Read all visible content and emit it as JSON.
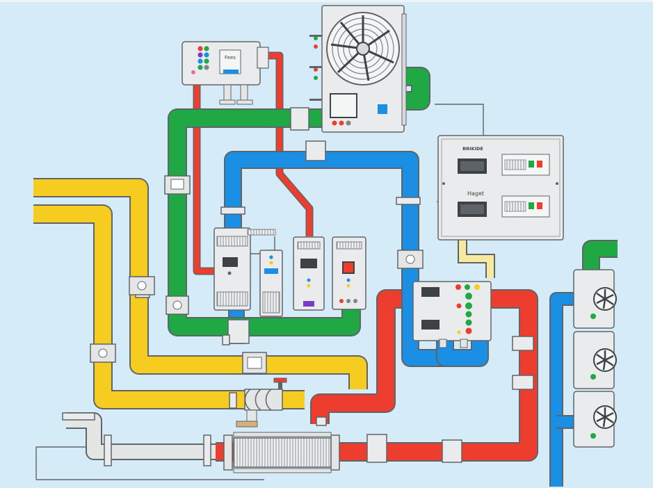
{
  "labels": {
    "control_box": "Fees",
    "panel_header": "BRIKIDE",
    "panel_center": "Haget"
  },
  "colors": {
    "background": "#d5ecf8",
    "pipe_yellow": "#f6cc21",
    "pipe_green": "#1fa843",
    "pipe_blue": "#1b8fe3",
    "pipe_red": "#ec3d2e",
    "pipe_grey": "#e4e5e5",
    "equipment": "#e9ebec",
    "outline": "#5f6468"
  },
  "icons": [
    "fan-icon",
    "valve-icon",
    "indicator-light-icon",
    "display-screen-icon",
    "pressure-gauge-icon",
    "bellows-icon"
  ]
}
